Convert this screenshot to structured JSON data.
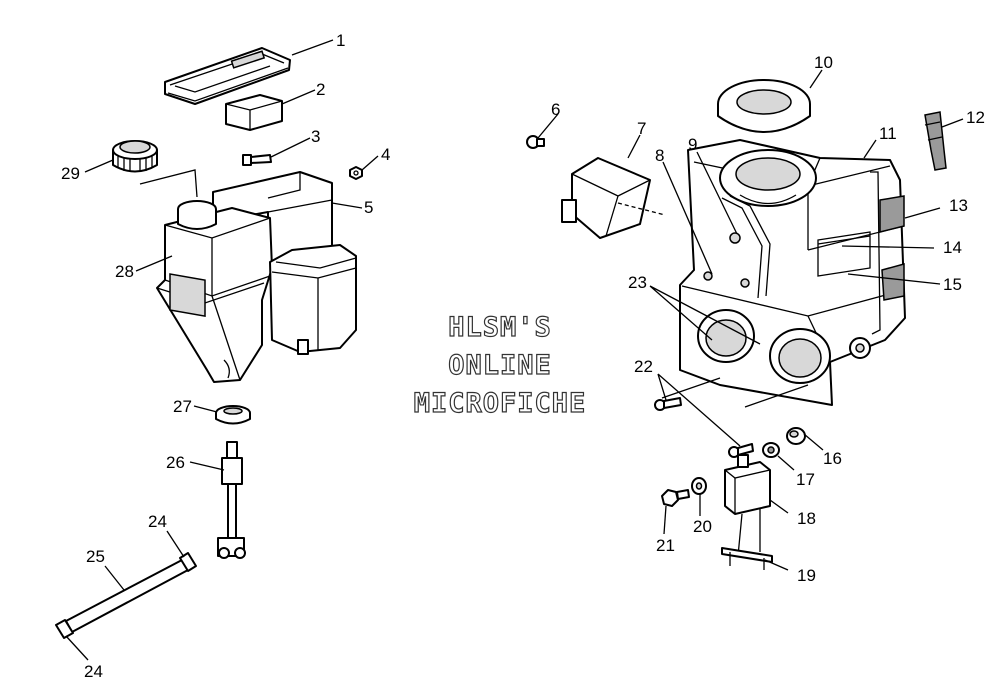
{
  "watermark": {
    "line1": "HLSM'S",
    "line2": "ONLINE",
    "line3": "MICROFICHE"
  },
  "callouts": {
    "c1": "1",
    "c2": "2",
    "c3": "3",
    "c4": "4",
    "c5": "5",
    "c6": "6",
    "c7": "7",
    "c8": "8",
    "c9": "9",
    "c10": "10",
    "c11": "11",
    "c12": "12",
    "c13": "13",
    "c14": "14",
    "c15": "15",
    "c16": "16",
    "c17": "17",
    "c18": "18",
    "c19": "19",
    "c20": "20",
    "c21": "21",
    "c22": "22",
    "c23": "23",
    "c24a": "24",
    "c24b": "24",
    "c25": "25",
    "c26": "26",
    "c27": "27",
    "c28": "28",
    "c29": "29"
  },
  "colors": {
    "line": "#000000",
    "paper": "#ffffff",
    "watermark_outline": "#333333"
  }
}
